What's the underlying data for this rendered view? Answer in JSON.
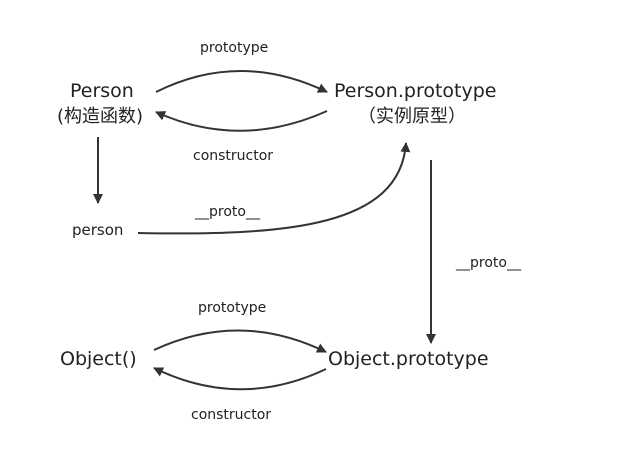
{
  "nodes": {
    "person_ctor": {
      "label": "Person",
      "sub": "(构造函数)"
    },
    "person_proto": {
      "label": "Person.prototype",
      "sub": "（实例原型）"
    },
    "person_instance": {
      "label": "person"
    },
    "object_ctor": {
      "label": "Object()"
    },
    "object_proto": {
      "label": "Object.prototype"
    }
  },
  "edges": {
    "top_prototype": "prototype",
    "top_constructor": "constructor",
    "instance_proto": "__proto__",
    "chain_proto": "__proto__",
    "bottom_prototype": "prototype",
    "bottom_constructor": "constructor"
  },
  "colors": {
    "text": "#222222",
    "line": "#333333"
  }
}
